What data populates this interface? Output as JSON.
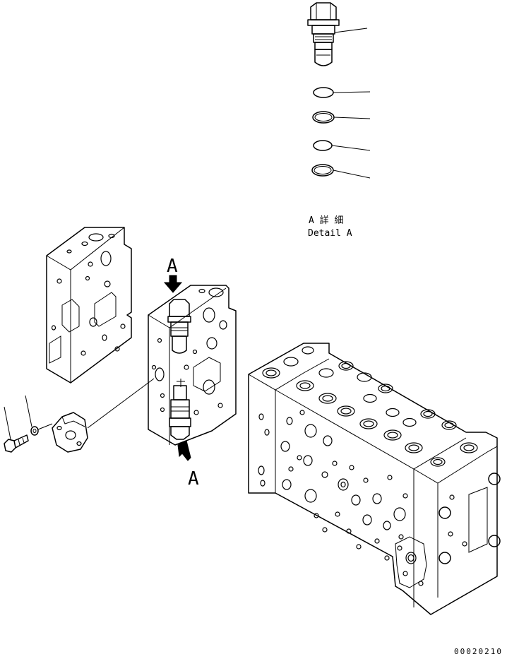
{
  "detail": {
    "title_jp": "A 詳 細",
    "title_en": "Detail A"
  },
  "view_markers": {
    "top": "A",
    "bottom": "A"
  },
  "drawing_number": "00020210"
}
